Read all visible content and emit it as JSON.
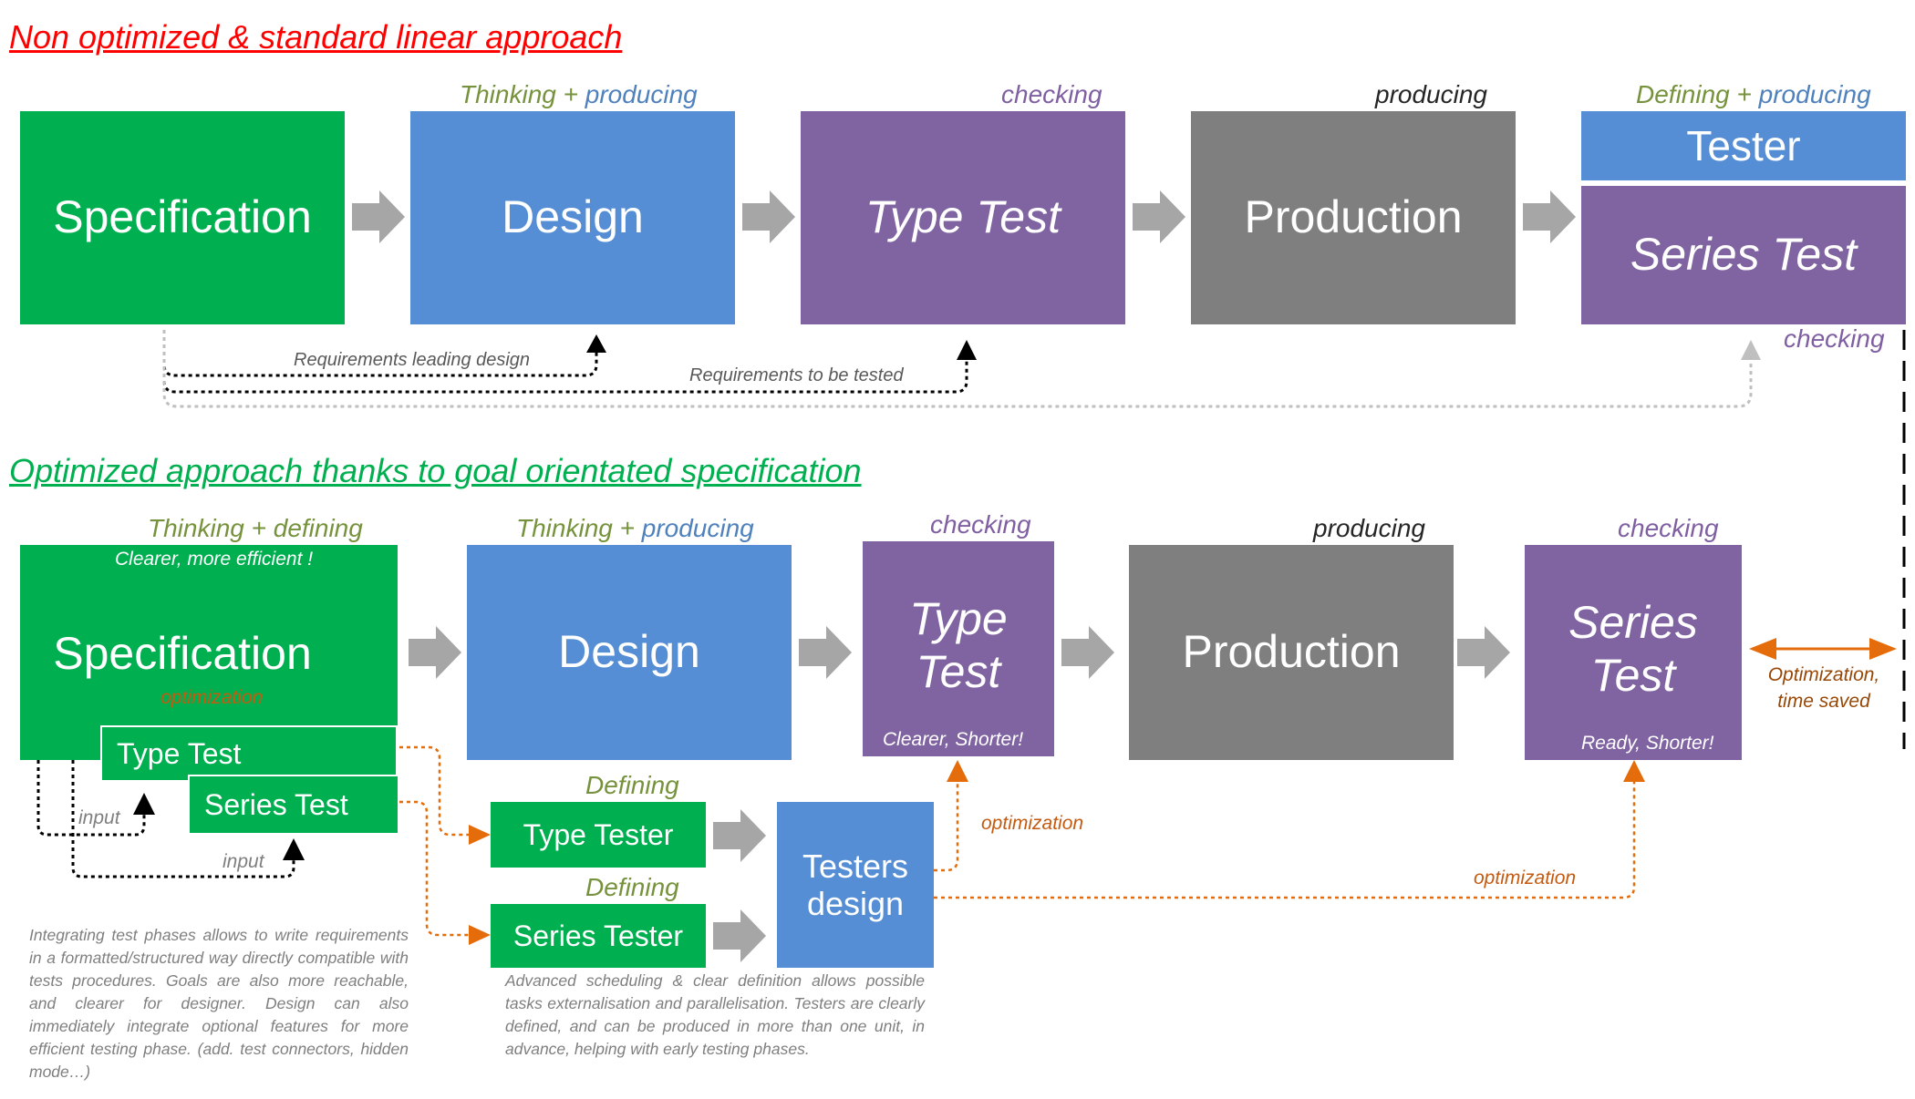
{
  "top": {
    "heading": "Non optimized & standard linear approach",
    "tags": {
      "design_thinking": "Thinking",
      "design_plus": "+",
      "design_producing": "producing",
      "typetest_checking": "checking",
      "production_producing": "producing",
      "tester_defining": "Defining",
      "tester_plus": "+",
      "tester_producing": "producing",
      "series_checking": "checking"
    },
    "boxes": {
      "specification": "Specification",
      "design": "Design",
      "type_test": "Type Test",
      "production": "Production",
      "tester": "Tester",
      "series_test": "Series Test"
    },
    "links": {
      "req_design": "Requirements leading design",
      "req_tested": "Requirements to be tested"
    }
  },
  "bottom": {
    "heading": "Optimized approach thanks to goal orientated specification",
    "tags": {
      "spec_thinking": "Thinking + defining",
      "design_thinking": "Thinking",
      "design_plus": "+",
      "design_producing": "producing",
      "typetest_checking": "checking",
      "production_producing": "producing",
      "series_checking": "checking",
      "type_tester_defining": "Defining",
      "series_tester_defining": "Defining"
    },
    "boxes": {
      "specification": "Specification",
      "spec_note": "Clearer, more efficient !",
      "spec_type_test": "Type Test",
      "spec_series_test": "Series Test",
      "design": "Design",
      "type_test_line1": "Type",
      "type_test_line2": "Test",
      "type_test_note": "Clearer, Shorter!",
      "production": "Production",
      "series_test_line1": "Series",
      "series_test_line2": "Test",
      "series_test_note": "Ready, Shorter!",
      "type_tester": "Type Tester",
      "series_tester": "Series Tester",
      "testers_design_line1": "Testers",
      "testers_design_line2": "design"
    },
    "labels": {
      "optimization_spec": "optimization",
      "input_1": "input",
      "input_2": "input",
      "optimization_typetest": "optimization",
      "optimization_series": "optimization",
      "time_saved_line1": "Optimization,",
      "time_saved_line2": "time saved"
    },
    "notes": {
      "left": "Integrating test phases allows to write requirements in a formatted/structured way directly compatible with tests procedures. Goals are also more reachable, and clearer for designer. Design can also immediately integrate optional features for more efficient testing phase. (add. test connectors, hidden mode…)",
      "middle": "Advanced scheduling & clear definition allows possible tasks externalisation and parallelisation. Testers are clearly defined, and can be produced in more than one unit, in advance, helping with early testing phases."
    }
  },
  "colors": {
    "green": "#00b050",
    "blue": "#558ed5",
    "purple": "#8064a2",
    "gray": "#7f7f7f",
    "red_heading": "#ff0000",
    "green_heading": "#00b050",
    "orange": "#e46c0a",
    "optimization_text": "#c55a11",
    "time_saved_text": "#984806"
  }
}
